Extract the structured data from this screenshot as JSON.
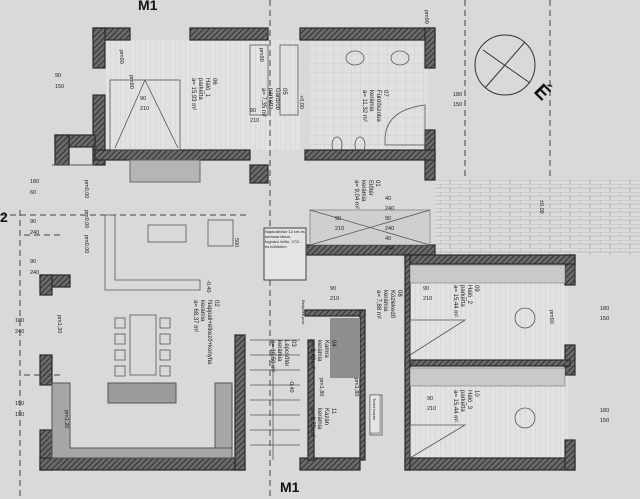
{
  "rooms": [
    {
      "id": "01",
      "name": "Előtér",
      "floor": "kerámia",
      "area": "a= 9,04 m²"
    },
    {
      "id": "02",
      "name": "Nappali+étkező+konyha",
      "floor": "kerámia",
      "area": "a= 68,37 m²"
    },
    {
      "id": "03",
      "name": "Lépcsőtér",
      "floor": "kerámia",
      "area": "a= 10,50 m²"
    },
    {
      "id": "04",
      "name": "Kamra",
      "floor": "kerámia",
      "area": "a= 3,48 m²"
    },
    {
      "id": "05",
      "name": "Gardrób",
      "floor": "parketta",
      "area": "a= 7,35 m²"
    },
    {
      "id": "06",
      "name": "Háló_1",
      "floor": "parketta",
      "area": "a= 15,93 m²"
    },
    {
      "id": "07",
      "name": "Fürdőszoba",
      "floor": "kerámia",
      "area": "a= 11,32 m²"
    },
    {
      "id": "08",
      "name": "Közlekedő",
      "floor": "kerámia",
      "area": "a= 7,88 m²"
    },
    {
      "id": "09",
      "name": "Háló_2",
      "floor": "parketta",
      "area": "a= 15,44 m²"
    },
    {
      "id": "10",
      "name": "Háló_3",
      "floor": "parketta",
      "area": "a= 15,44 m²"
    },
    {
      "id": "11",
      "name": "Kazán",
      "floor": "kerámia",
      "area": "a= 3,75 m²"
    }
  ],
  "dimensions": [
    "90",
    "150",
    "180",
    "60",
    "90",
    "240",
    "90",
    "240",
    "180",
    "240",
    "150",
    "150",
    "90",
    "210",
    "90",
    "210",
    "180",
    "150",
    "40",
    "240",
    "90",
    "240",
    "40",
    "240",
    "90",
    "210",
    "90",
    "210",
    "180",
    "150",
    "90",
    "210",
    "180",
    "150",
    "90",
    "210"
  ],
  "levels": [
    "pm90",
    "pm90",
    "pm90",
    "pm0,00",
    "pm0,00",
    "pm0,00",
    "pm1,20",
    "pm1,20",
    "pm90",
    "pm90",
    "pm1,80",
    "pm1,80",
    "±0,00"
  ],
  "elevation_marks": [
    "-0,40",
    "-0,40",
    "+0,00"
  ],
  "note_box": "Napkollektor 12 cm-es kerámia lábon, fogódzó tetőn, 27/2 -es kötőelem",
  "labels": {
    "turbo_kazan": "Turbó kazán",
    "shelf": "Beépített polc",
    "stair_height": "500"
  },
  "section_marks": {
    "top": "M1",
    "bottom": "M1",
    "left": "2"
  },
  "north_arrow": "É"
}
